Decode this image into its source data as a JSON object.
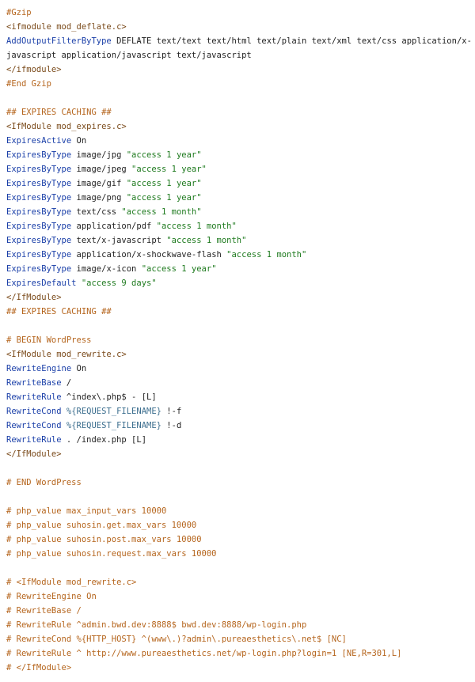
{
  "lines": [
    [
      {
        "t": "comment",
        "v": "#Gzip"
      }
    ],
    [
      {
        "t": "tag",
        "v": "<ifmodule mod_deflate.c>"
      }
    ],
    [
      {
        "t": "dir",
        "v": "AddOutputFilterByType"
      },
      {
        "t": "plain",
        "v": " DEFLATE text/text text/html text/plain text/xml text/css application/x-"
      }
    ],
    [
      {
        "t": "plain",
        "v": "javascript application/javascript text/javascript"
      }
    ],
    [
      {
        "t": "tag",
        "v": "</ifmodule>"
      }
    ],
    [
      {
        "t": "comment",
        "v": "#End Gzip"
      }
    ],
    [],
    [
      {
        "t": "comment",
        "v": "## EXPIRES CACHING ##"
      }
    ],
    [
      {
        "t": "tag",
        "v": "<IfModule mod_expires.c>"
      }
    ],
    [
      {
        "t": "dir",
        "v": "ExpiresActive"
      },
      {
        "t": "plain",
        "v": " On"
      }
    ],
    [
      {
        "t": "dir",
        "v": "ExpiresByType"
      },
      {
        "t": "plain",
        "v": " image/jpg "
      },
      {
        "t": "str",
        "v": "\"access 1 year\""
      }
    ],
    [
      {
        "t": "dir",
        "v": "ExpiresByType"
      },
      {
        "t": "plain",
        "v": " image/jpeg "
      },
      {
        "t": "str",
        "v": "\"access 1 year\""
      }
    ],
    [
      {
        "t": "dir",
        "v": "ExpiresByType"
      },
      {
        "t": "plain",
        "v": " image/gif "
      },
      {
        "t": "str",
        "v": "\"access 1 year\""
      }
    ],
    [
      {
        "t": "dir",
        "v": "ExpiresByType"
      },
      {
        "t": "plain",
        "v": " image/png "
      },
      {
        "t": "str",
        "v": "\"access 1 year\""
      }
    ],
    [
      {
        "t": "dir",
        "v": "ExpiresByType"
      },
      {
        "t": "plain",
        "v": " text/css "
      },
      {
        "t": "str",
        "v": "\"access 1 month\""
      }
    ],
    [
      {
        "t": "dir",
        "v": "ExpiresByType"
      },
      {
        "t": "plain",
        "v": " application/pdf "
      },
      {
        "t": "str",
        "v": "\"access 1 month\""
      }
    ],
    [
      {
        "t": "dir",
        "v": "ExpiresByType"
      },
      {
        "t": "plain",
        "v": " text/x-javascript "
      },
      {
        "t": "str",
        "v": "\"access 1 month\""
      }
    ],
    [
      {
        "t": "dir",
        "v": "ExpiresByType"
      },
      {
        "t": "plain",
        "v": " application/x-shockwave-flash "
      },
      {
        "t": "str",
        "v": "\"access 1 month\""
      }
    ],
    [
      {
        "t": "dir",
        "v": "ExpiresByType"
      },
      {
        "t": "plain",
        "v": " image/x-icon "
      },
      {
        "t": "str",
        "v": "\"access 1 year\""
      }
    ],
    [
      {
        "t": "dir",
        "v": "ExpiresDefault"
      },
      {
        "t": "plain",
        "v": " "
      },
      {
        "t": "str",
        "v": "\"access 9 days\""
      }
    ],
    [
      {
        "t": "tag",
        "v": "</IfModule>"
      }
    ],
    [
      {
        "t": "comment",
        "v": "## EXPIRES CACHING ##"
      }
    ],
    [],
    [
      {
        "t": "comment",
        "v": "# BEGIN WordPress"
      }
    ],
    [
      {
        "t": "tag",
        "v": "<IfModule mod_rewrite.c>"
      }
    ],
    [
      {
        "t": "dir",
        "v": "RewriteEngine"
      },
      {
        "t": "plain",
        "v": " On"
      }
    ],
    [
      {
        "t": "dir",
        "v": "RewriteBase"
      },
      {
        "t": "plain",
        "v": " /"
      }
    ],
    [
      {
        "t": "dir",
        "v": "RewriteRule"
      },
      {
        "t": "plain",
        "v": " ^index\\.php$ - [L]"
      }
    ],
    [
      {
        "t": "dir",
        "v": "RewriteCond"
      },
      {
        "t": "plain",
        "v": " "
      },
      {
        "t": "var",
        "v": "%{REQUEST_FILENAME}"
      },
      {
        "t": "plain",
        "v": " !-f"
      }
    ],
    [
      {
        "t": "dir",
        "v": "RewriteCond"
      },
      {
        "t": "plain",
        "v": " "
      },
      {
        "t": "var",
        "v": "%{REQUEST_FILENAME}"
      },
      {
        "t": "plain",
        "v": " !-d"
      }
    ],
    [
      {
        "t": "dir",
        "v": "RewriteRule"
      },
      {
        "t": "plain",
        "v": " . /index.php [L]"
      }
    ],
    [
      {
        "t": "tag",
        "v": "</IfModule>"
      }
    ],
    [],
    [
      {
        "t": "comment",
        "v": "# END WordPress"
      }
    ],
    [],
    [
      {
        "t": "comment",
        "v": "# php_value max_input_vars 10000"
      }
    ],
    [
      {
        "t": "comment",
        "v": "# php_value suhosin.get.max_vars 10000"
      }
    ],
    [
      {
        "t": "comment",
        "v": "# php_value suhosin.post.max_vars 10000"
      }
    ],
    [
      {
        "t": "comment",
        "v": "# php_value suhosin.request.max_vars 10000"
      }
    ],
    [],
    [
      {
        "t": "comment",
        "v": "# <IfModule mod_rewrite.c>"
      }
    ],
    [
      {
        "t": "comment",
        "v": "# RewriteEngine On"
      }
    ],
    [
      {
        "t": "comment",
        "v": "# RewriteBase /"
      }
    ],
    [
      {
        "t": "comment",
        "v": "# RewriteRule ^admin.bwd.dev:8888$ bwd.dev:8888/wp-login.php"
      }
    ],
    [
      {
        "t": "comment",
        "v": "# RewriteCond %{HTTP_HOST} ^(www\\.)?admin\\.pureaesthetics\\.net$ [NC]"
      }
    ],
    [
      {
        "t": "comment",
        "v": "# RewriteRule ^ http://www.pureaesthetics.net/wp-login.php?login=1 [NE,R=301,L]"
      }
    ],
    [
      {
        "t": "comment",
        "v": "# </IfModule>"
      }
    ]
  ]
}
